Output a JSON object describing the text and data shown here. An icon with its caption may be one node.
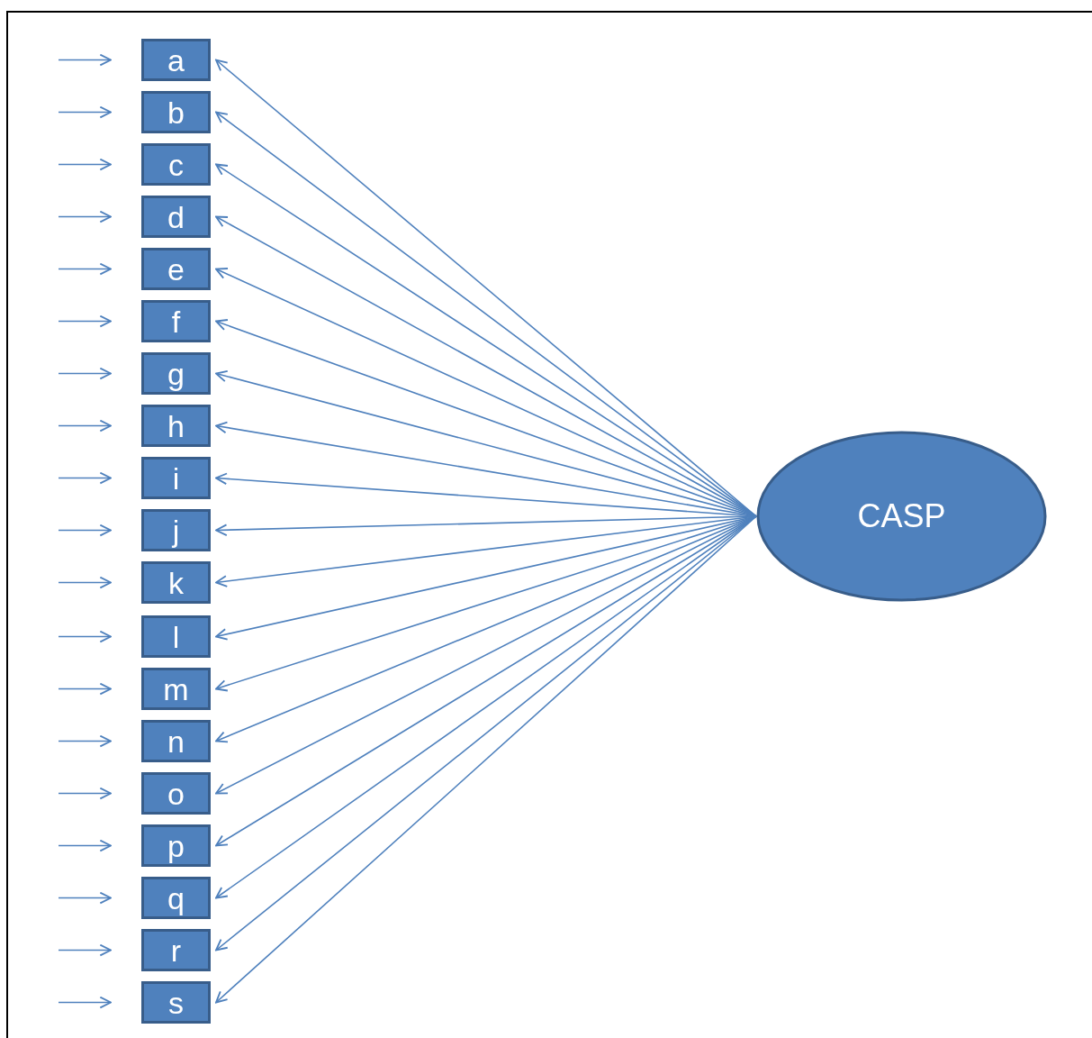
{
  "diagram": {
    "nodes": [
      {
        "text": [
          "a"
        ]
      },
      {
        "text": [
          "b"
        ]
      },
      {
        "text": [
          "c"
        ]
      },
      {
        "text": [
          "d"
        ]
      },
      {
        "text": [
          "e"
        ]
      },
      {
        "text": [
          "f"
        ]
      },
      {
        "text": [
          "g"
        ]
      },
      {
        "text": [
          "h"
        ]
      },
      {
        "text": [
          "i"
        ]
      },
      {
        "text": [
          "j"
        ]
      },
      {
        "text": [
          "k"
        ]
      },
      {
        "text": [
          "l"
        ]
      },
      {
        "text": [
          "m"
        ]
      },
      {
        "text": [
          "n"
        ]
      },
      {
        "text": [
          "o"
        ]
      },
      {
        "text": [
          "p"
        ]
      },
      {
        "text": [
          "q"
        ]
      },
      {
        "text": [
          "r"
        ]
      },
      {
        "text": [
          "s"
        ]
      },
      {
        "text": [
          "CASP"
        ]
      }
    ],
    "edges": [
      {
        "from": null,
        "to": 0,
        "arrow": "to"
      },
      {
        "from": null,
        "to": 1,
        "arrow": "to"
      },
      {
        "from": null,
        "to": 2,
        "arrow": "to"
      },
      {
        "from": null,
        "to": 3,
        "arrow": "to"
      },
      {
        "from": null,
        "to": 4,
        "arrow": "to"
      },
      {
        "from": null,
        "to": 5,
        "arrow": "to"
      },
      {
        "from": null,
        "to": 6,
        "arrow": "to"
      },
      {
        "from": null,
        "to": 7,
        "arrow": "to"
      },
      {
        "from": null,
        "to": 8,
        "arrow": "to"
      },
      {
        "from": null,
        "to": 9,
        "arrow": "to"
      },
      {
        "from": null,
        "to": 10,
        "arrow": "to"
      },
      {
        "from": null,
        "to": 11,
        "arrow": "to"
      },
      {
        "from": null,
        "to": 12,
        "arrow": "to"
      },
      {
        "from": null,
        "to": 13,
        "arrow": "to"
      },
      {
        "from": null,
        "to": 14,
        "arrow": "to"
      },
      {
        "from": null,
        "to": 15,
        "arrow": "to"
      },
      {
        "from": null,
        "to": 16,
        "arrow": "to"
      },
      {
        "from": null,
        "to": 17,
        "arrow": "to"
      },
      {
        "from": null,
        "to": 18,
        "arrow": "to"
      },
      {
        "from": 19,
        "to": 0,
        "arrow": "to"
      },
      {
        "from": 19,
        "to": 1,
        "arrow": "to"
      },
      {
        "from": 19,
        "to": 2,
        "arrow": "to"
      },
      {
        "from": 19,
        "to": 3,
        "arrow": "to"
      },
      {
        "from": 19,
        "to": 4,
        "arrow": "to"
      },
      {
        "from": 19,
        "to": 5,
        "arrow": "to"
      },
      {
        "from": 19,
        "to": 6,
        "arrow": "to"
      },
      {
        "from": 19,
        "to": 7,
        "arrow": "to"
      },
      {
        "from": 19,
        "to": 8,
        "arrow": "to"
      },
      {
        "from": 19,
        "to": 9,
        "arrow": "to"
      },
      {
        "from": 19,
        "to": 10,
        "arrow": "to"
      },
      {
        "from": 19,
        "to": 11,
        "arrow": "to"
      },
      {
        "from": 19,
        "to": 12,
        "arrow": "to"
      },
      {
        "from": 19,
        "to": 13,
        "arrow": "to"
      },
      {
        "from": 19,
        "to": 14,
        "arrow": "to"
      },
      {
        "from": 19,
        "to": 15,
        "arrow": "to"
      },
      {
        "from": 19,
        "to": 16,
        "arrow": "to"
      },
      {
        "from": 19,
        "to": 17,
        "arrow": "to"
      },
      {
        "from": 19,
        "to": 18,
        "arrow": "to"
      }
    ]
  }
}
